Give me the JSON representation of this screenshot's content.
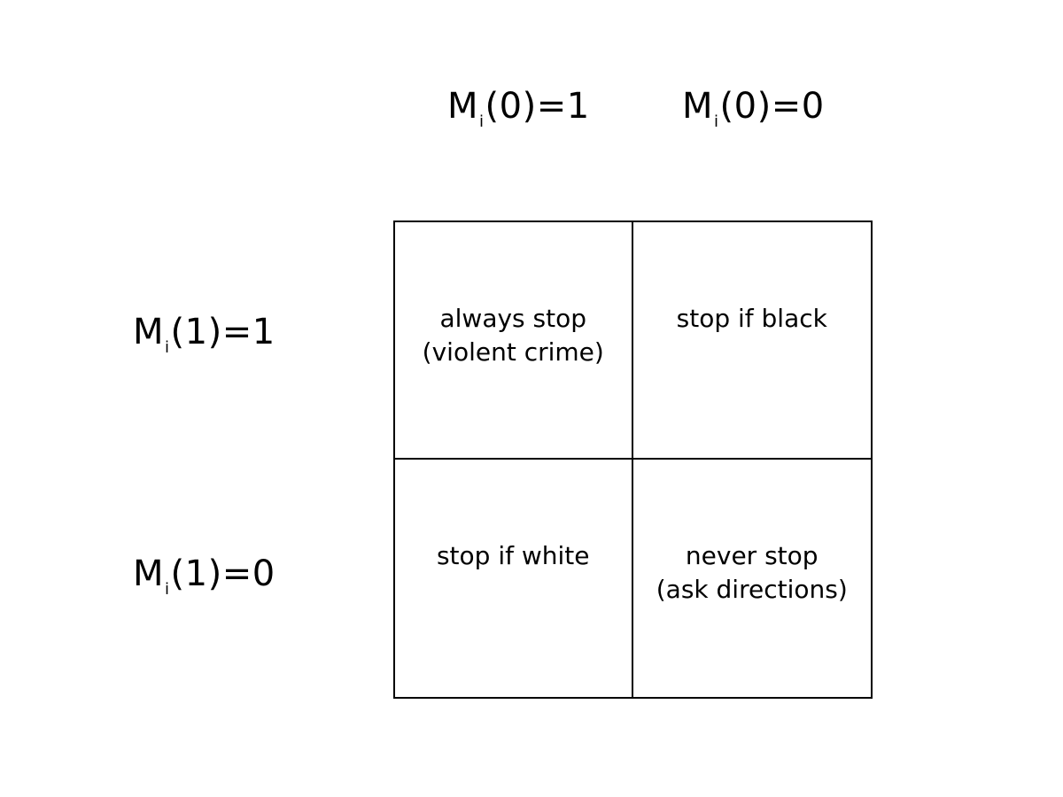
{
  "columns": [
    {
      "var": "M",
      "sub": "i",
      "rest": "(0)=1"
    },
    {
      "var": "M",
      "sub": "i",
      "rest": "(0)=0"
    }
  ],
  "rows": [
    {
      "var": "M",
      "sub": "i",
      "rest": "(1)=1"
    },
    {
      "var": "M",
      "sub": "i",
      "rest": "(1)=0"
    }
  ],
  "cells": [
    [
      "always stop\n(violent crime)",
      "stop if black"
    ],
    [
      "stop if white",
      "never stop\n(ask directions)"
    ]
  ]
}
